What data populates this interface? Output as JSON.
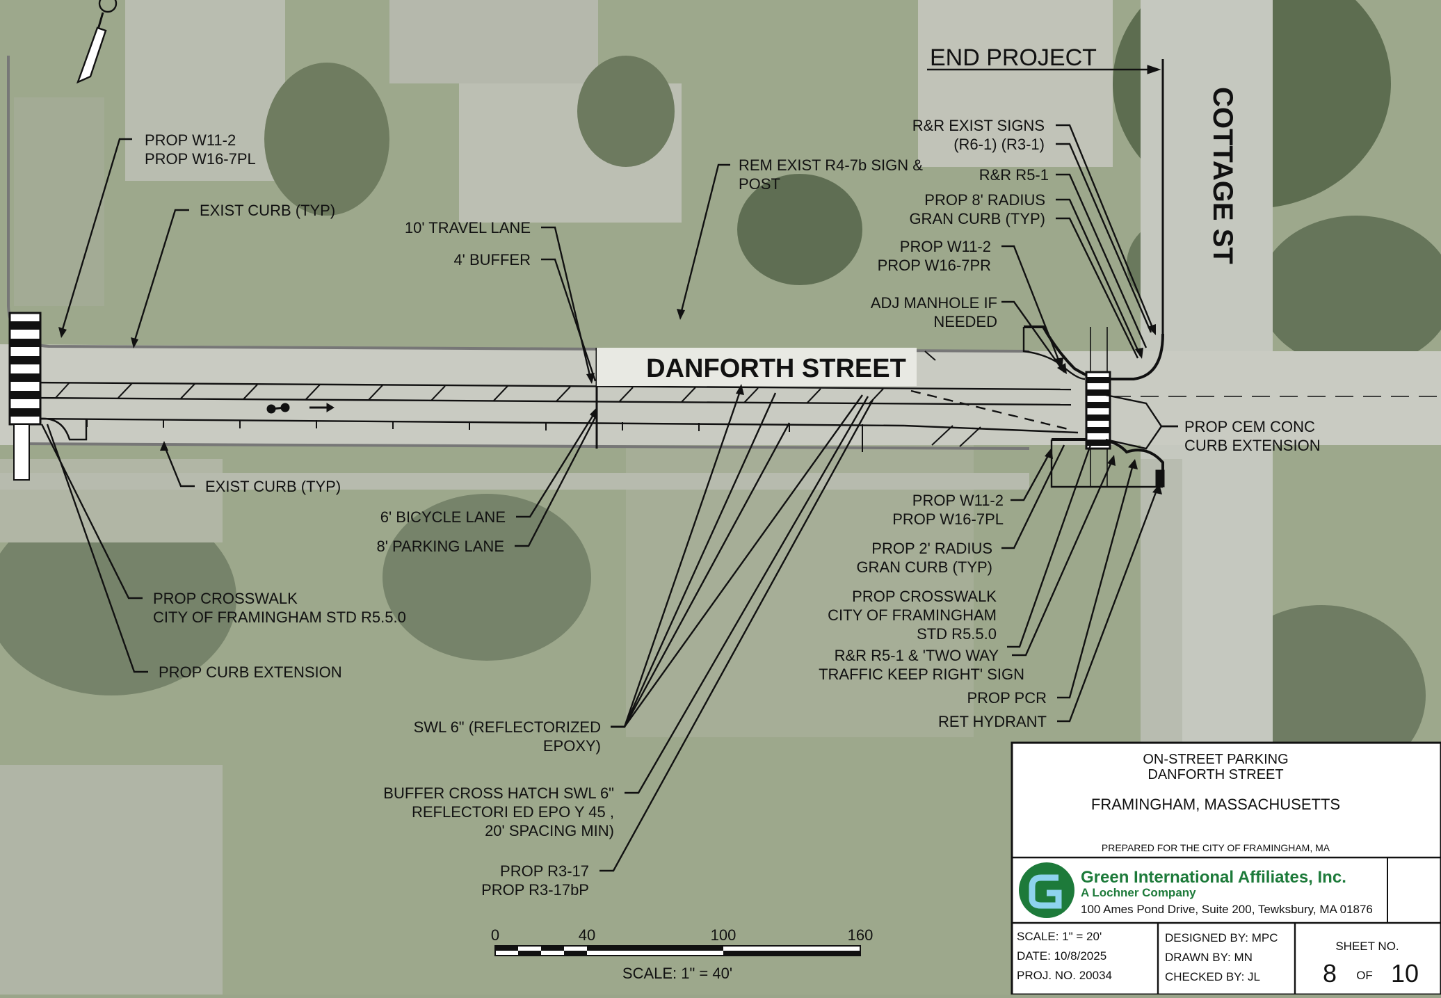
{
  "street_labels": {
    "main_street": "DANFORTH STREET",
    "cross_street": "COTTAGE ST",
    "end_project": "END PROJECT"
  },
  "callouts": [
    {
      "lines": [
        "PROP W11-2",
        "PROP W16-7PL"
      ]
    },
    {
      "lines": [
        "EXIST CURB (TYP)"
      ]
    },
    {
      "lines": [
        "10' TRAVEL LANE"
      ]
    },
    {
      "lines": [
        "4' BUFFER"
      ]
    },
    {
      "lines": [
        "REM EXIST R4-7b SIGN &",
        "POST"
      ]
    },
    {
      "lines": [
        "R&R EXIST SIGNS",
        "(R6-1) (R3-1)"
      ]
    },
    {
      "lines": [
        "R&R R5-1"
      ]
    },
    {
      "lines": [
        "PROP 8' RADIUS",
        "GRAN CURB (TYP)"
      ]
    },
    {
      "lines": [
        "PROP W11-2",
        "PROP W16-7PR"
      ]
    },
    {
      "lines": [
        "ADJ MANHOLE IF",
        "NEEDED"
      ]
    },
    {
      "lines": [
        "PROP CEM CONC",
        "CURB EXTENSION"
      ]
    },
    {
      "lines": [
        "EXIST CURB (TYP)"
      ]
    },
    {
      "lines": [
        "6' BICYCLE LANE"
      ]
    },
    {
      "lines": [
        "8' PARKING LANE"
      ]
    },
    {
      "lines": [
        "PROP CROSSWALK",
        "CITY OF FRAMINGHAM STD R5.5.0"
      ]
    },
    {
      "lines": [
        "PROP CURB EXTENSION"
      ]
    },
    {
      "lines": [
        "PROP W11-2",
        "PROP W16-7PL"
      ]
    },
    {
      "lines": [
        "PROP 2' RADIUS",
        "GRAN CURB (TYP)"
      ]
    },
    {
      "lines": [
        "PROP CROSSWALK",
        "CITY OF FRAMINGHAM",
        "STD R5.5.0"
      ]
    },
    {
      "lines": [
        "R&R R5-1 & 'TWO WAY",
        "TRAFFIC KEEP RIGHT' SIGN"
      ]
    },
    {
      "lines": [
        "PROP PCR"
      ]
    },
    {
      "lines": [
        "RET HYDRANT"
      ]
    },
    {
      "lines": [
        "SWL 6\" (REFLECTORIZED",
        "EPOXY)"
      ]
    },
    {
      "lines": [
        "BUFFER CROSS HATCH SWL 6\"",
        "REFLECTORI ED EPO Y 45 ,",
        "20' SPACING MIN)"
      ]
    },
    {
      "lines": [
        "PROP R3-17",
        "PROP R3-17bP"
      ]
    }
  ],
  "scale_bar": {
    "ticks": [
      "0",
      "40",
      "100",
      "160"
    ],
    "caption": "SCALE: 1\" = 40'"
  },
  "title_block": {
    "project_line1": "ON-STREET PARKING",
    "project_line2": "DANFORTH STREET",
    "location": "FRAMINGHAM, MASSACHUSETTS",
    "prepared_for": "PREPARED FOR THE CITY OF FRAMINGHAM, MA",
    "company": "Green International Affiliates, Inc.",
    "company_sub": "A Lochner Company",
    "address": "100 Ames Pond Drive, Suite 200, Tewksbury, MA 01876",
    "scale": "SCALE:  1\" = 20'",
    "date": "DATE:   10/8/2025",
    "proj_no": "PROJ. NO. 20034",
    "designed_by": "DESIGNED  BY: MPC",
    "drawn_by": "DRAWN   BY:   MN",
    "checked_by": "CHECKED BY:  JL",
    "sheet_label": "SHEET NO.",
    "sheet_no": "8",
    "sheet_of": "OF",
    "sheet_total": "10"
  },
  "colors": {
    "aerial_base": "#9aa58a",
    "tree_dark": "#5f6f52",
    "pavement": "#c9cbc2",
    "logo_green": "#1d7a3a"
  }
}
